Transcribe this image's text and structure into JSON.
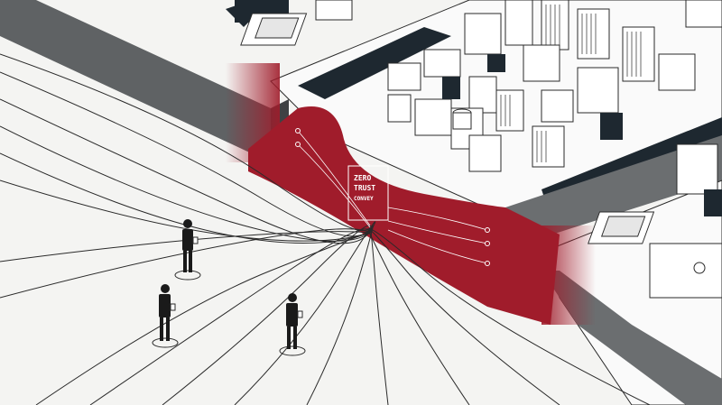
{
  "gateway": {
    "line1": "ZERO",
    "line2": "TRUST",
    "line3": "CONVEY"
  },
  "colors": {
    "background": "#f2f2f0",
    "road": "#5f6264",
    "road_dark": "#1e2830",
    "accent": "#a01c2b",
    "line": "#2a2a2a"
  },
  "people_count": 3
}
